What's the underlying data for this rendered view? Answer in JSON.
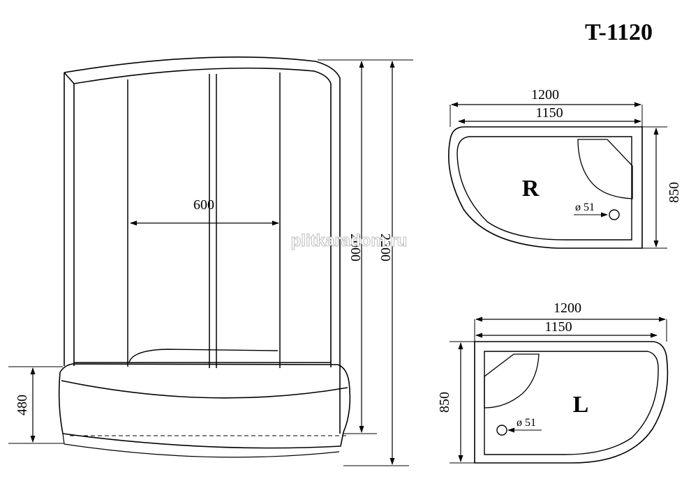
{
  "title": "T-1120",
  "watermark": "plitkaradom.ru",
  "front_view": {
    "door_width": "600",
    "height_inner": "2000",
    "height_total": "2200",
    "tray_height": "480"
  },
  "right_plan": {
    "letter": "R",
    "outer_width": "1200",
    "inner_width": "1150",
    "depth": "850",
    "drain": "ø 51"
  },
  "left_plan": {
    "letter": "L",
    "outer_width": "1200",
    "inner_width": "1150",
    "depth": "850",
    "drain": "ø 51"
  }
}
